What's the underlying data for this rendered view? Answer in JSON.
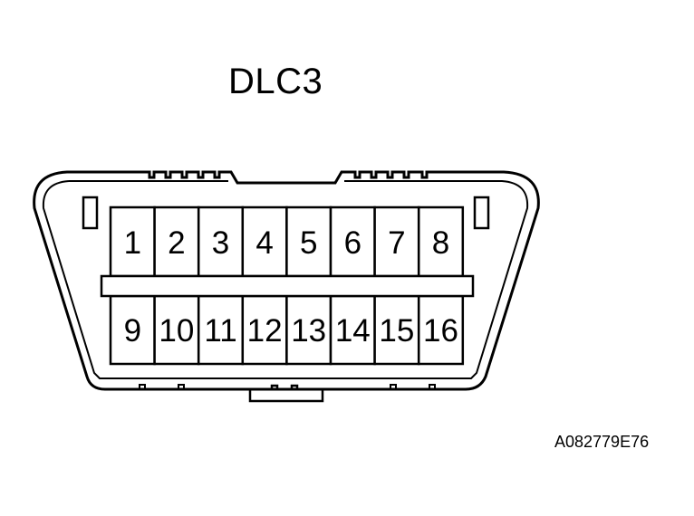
{
  "title": "DLC3",
  "reference_code": "A082779E76",
  "connector": {
    "top_row_pins": [
      "1",
      "2",
      "3",
      "4",
      "5",
      "6",
      "7",
      "8"
    ],
    "bottom_row_pins": [
      "9",
      "10",
      "11",
      "12",
      "13",
      "14",
      "15",
      "16"
    ]
  },
  "colors": {
    "line": "#000000",
    "background": "#ffffff"
  }
}
